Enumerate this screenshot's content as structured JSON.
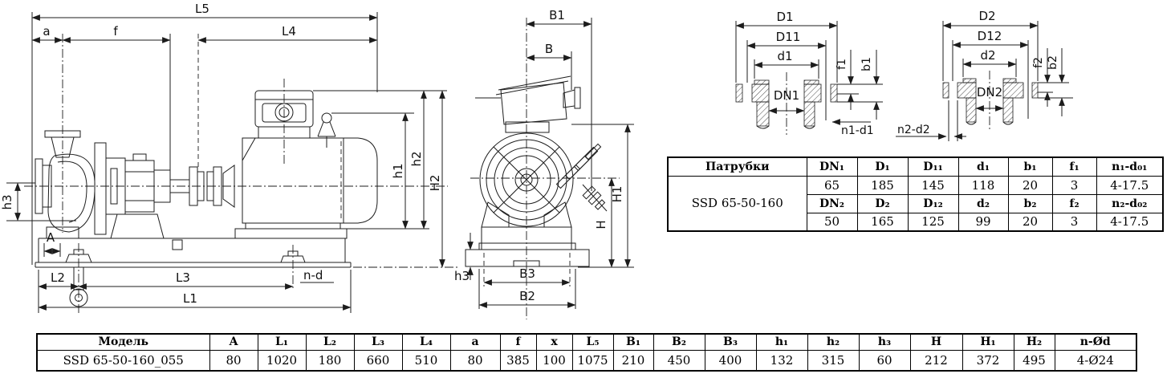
{
  "diagram": {
    "side": {
      "L5": "L5",
      "a": "a",
      "f": "f",
      "L4": "L4",
      "h1": "h1",
      "h2": "h2",
      "H2": "H2",
      "h3": "h3",
      "A": "A",
      "L2": "L2",
      "L3": "L3",
      "nd": "n-d",
      "L1": "L1"
    },
    "front": {
      "B1": "B1",
      "B": "B",
      "H1": "H1",
      "H": "H",
      "h3": "h3",
      "B3": "B3",
      "B2": "B2"
    },
    "flange1": {
      "D1": "D1",
      "D11": "D11",
      "d1": "d1",
      "DN1": "DN1",
      "f1": "f1",
      "b1": "b1",
      "n1d1": "n1-d1"
    },
    "flange2": {
      "D2": "D2",
      "D12": "D12",
      "d2": "d2",
      "DN2": "DN2",
      "f2": "f2",
      "b2": "b2",
      "n2d2": "n2-d2"
    }
  },
  "nozzle_table": {
    "title": "Патрубки",
    "model": "SSD 65-50-160",
    "row1_headers": [
      "DN₁",
      "D₁",
      "D₁₁",
      "d₁",
      "b₁",
      "f₁",
      "n₁-d₀₁"
    ],
    "row1_values": [
      "65",
      "185",
      "145",
      "118",
      "20",
      "3",
      "4-17.5"
    ],
    "row2_headers": [
      "DN₂",
      "D₂",
      "D₁₂",
      "d₂",
      "b₂",
      "f₂",
      "n₂-d₀₂"
    ],
    "row2_values": [
      "50",
      "165",
      "125",
      "99",
      "20",
      "3",
      "4-17.5"
    ]
  },
  "model_table": {
    "headers": [
      "Модель",
      "A",
      "L₁",
      "L₂",
      "L₃",
      "L₄",
      "a",
      "f",
      "x",
      "L₅",
      "B₁",
      "B₂",
      "B₃",
      "h₁",
      "h₂",
      "h₃",
      "H",
      "H₁",
      "H₂",
      "n-Ød"
    ],
    "values": [
      "SSD 65-50-160_055",
      "80",
      "1020",
      "180",
      "660",
      "510",
      "80",
      "385",
      "100",
      "1075",
      "210",
      "450",
      "400",
      "132",
      "315",
      "60",
      "212",
      "372",
      "495",
      "4-Ø24"
    ]
  }
}
